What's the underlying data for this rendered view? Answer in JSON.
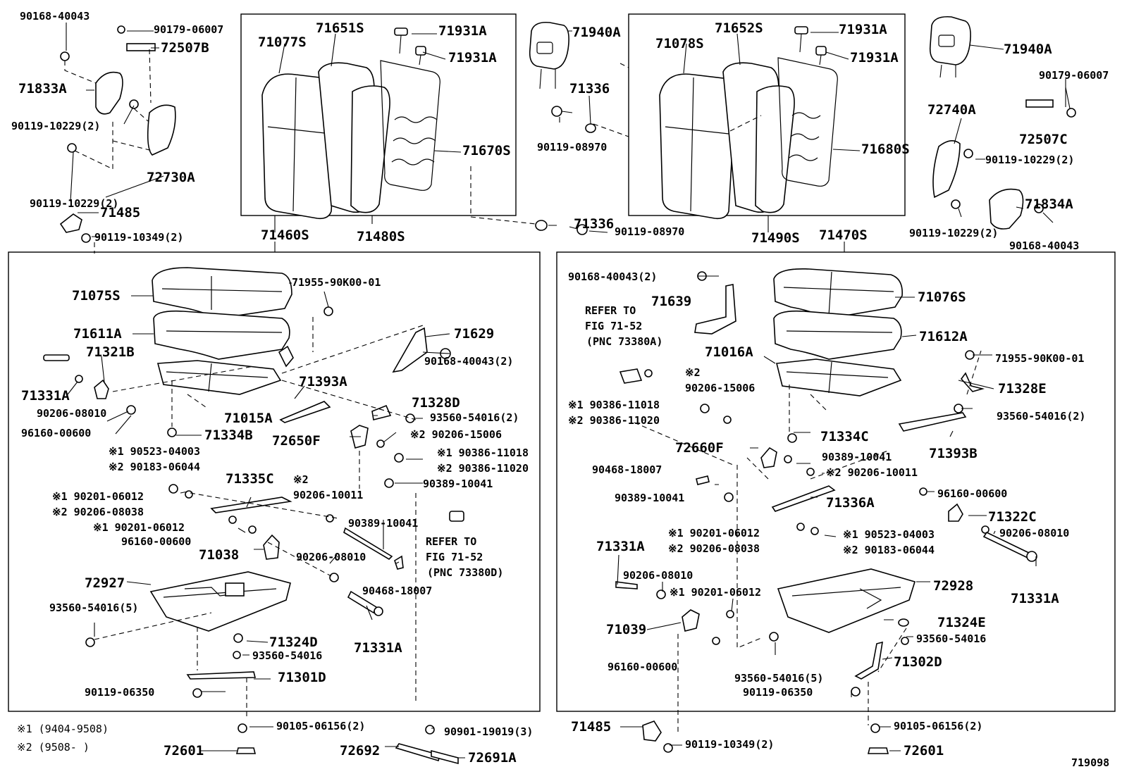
{
  "diagram": {
    "figure_code": "719098",
    "notes": {
      "note1": "※1 (9404-9508)",
      "note2": "※2 (9508-      )"
    },
    "group_labels": {
      "g71460S": "71460S",
      "g71480S": "71480S",
      "g71490S": "71490S",
      "g71470S": "71470S"
    },
    "left_seatback": {
      "p71077S": "71077S",
      "p71651S": "71651S",
      "p71931A_1": "71931A",
      "p71931A_2": "71931A",
      "p71670S": "71670S"
    },
    "center_top": {
      "p71940A_l": "71940A",
      "p71336_a": "71336",
      "p90119_08970_a": "90119-08970",
      "p71336_b": "71336",
      "p90119_08970_b": "90119-08970"
    },
    "right_seatback": {
      "p71078S": "71078S",
      "p71652S": "71652S",
      "p71931A_3": "71931A",
      "p71931A_4": "71931A",
      "p71680S": "71680S"
    },
    "far_left": {
      "p90168_40043": "90168-40043",
      "p90179_06007": "90179-06007",
      "p72507B": "72507B",
      "p71833A": "71833A",
      "p90119_10229_a": "90119-10229(2)",
      "p90119_10229_b": "90119-10229(2)",
      "p72730A": "72730A",
      "p71485": "71485",
      "p90119_10349": "90119-10349(2)"
    },
    "far_right": {
      "p71940A_r": "71940A",
      "p90179_06007": "90179-06007",
      "p72740A": "72740A",
      "p72507C": "72507C",
      "p90119_10229_c": "90119-10229(2)",
      "p71834A": "71834A",
      "p90119_10229_d": "90119-10229(2)",
      "p90168_40043": "90168-40043"
    },
    "left_box": {
      "p71075S": "71075S",
      "p71955": "71955-90K00-01",
      "p71611A": "71611A",
      "p71629": "71629",
      "p71321B": "71321B",
      "p71331A_a": "71331A",
      "p90168_40043_2": "90168-40043(2)",
      "p71393A": "71393A",
      "p90206_08010_a": "90206-08010",
      "p71015A": "71015A",
      "p71328D": "71328D",
      "p96160_00600_a": "96160-00600",
      "p93560_54016_2": "93560-54016(2)",
      "p71334B": "71334B",
      "p72650F": "72650F",
      "p90206_15006": "※2 90206-15006",
      "p90523": "※1 90523-04003",
      "p90386_11018": "※1 90386-11018",
      "p90183": "※2 90183-06044",
      "p90386_11020": "※2 90386-11020",
      "p71335C": "71335C",
      "p90389_10041_a": "90389-10041",
      "p90206_10011_n": "※2",
      "p90201_06012_a": "※1 90201-06012",
      "p90206_10011": "90206-10011",
      "p90206_08038": "※2 90206-08038",
      "p90389_10041_b": "90389-10041",
      "p90201_06012_b": "※1 90201-06012",
      "p96160_00600_b": "96160-00600",
      "p71038": "71038",
      "p90206_08010_b": "90206-08010",
      "p90468_18007": "90468-18007",
      "ref1": "REFER TO",
      "ref2": "FIG 71-52",
      "ref3": "(PNC 73380D)",
      "p72927": "72927",
      "p93560_54016_5": "93560-54016(5)",
      "p71324D": "71324D",
      "p93560_54016": "93560-54016",
      "p71331A_b": "71331A",
      "p71301D": "71301D",
      "p90119_06350": "90119-06350"
    },
    "right_box": {
      "p90168_40043_2": "90168-40043(2)",
      "p71639": "71639",
      "p71076S": "71076S",
      "ref1": "REFER TO",
      "ref2": "FIG 71-52",
      "ref3": "(PNC 73380A)",
      "p71612A": "71612A",
      "p71016A": "71016A",
      "p71955": "71955-90K00-01",
      "p90206_15006_n": "※2",
      "p90206_15006": "90206-15006",
      "p71328E": "71328E",
      "p90386_11018": "※1 90386-11018",
      "p90386_11020": "※2 90386-11020",
      "p93560_54016_2": "93560-54016(2)",
      "p71334C": "71334C",
      "p71393B": "71393B",
      "p72660F": "72660F",
      "p90389_10041_a": "90389-10041",
      "p90468_18007": "90468-18007",
      "p90206_10011": "※2 90206-10011",
      "p90389_10041_b": "90389-10041",
      "p96160_00600_a": "96160-00600",
      "p71336A": "71336A",
      "p71322C": "71322C",
      "p90201_06012_a": "※1 90201-06012",
      "p90523": "※1 90523-04003",
      "p90206_08010_a": "90206-08010",
      "p71331A_a": "71331A",
      "p90206_08038": "※2 90206-08038",
      "p90183": "※2 90183-06044",
      "p71331A_b": "71331A",
      "p90206_08010_b": "90206-08010",
      "p72928": "72928",
      "p90201_06012_b": "※1 90201-06012",
      "p71324E": "71324E",
      "p71039": "71039",
      "p93560_54016": "93560-54016",
      "p96160_00600_b": "96160-00600",
      "p71302D": "71302D",
      "p93560_54016_5": "93560-54016(5)",
      "p90119_06350": "90119-06350"
    },
    "bottom": {
      "p90105_06156_l": "90105-06156(2)",
      "p72601_l": "72601",
      "p90901": "90901-19019(3)",
      "p72692": "72692",
      "p72691A": "72691A",
      "p71485": "71485",
      "p90119_10349": "90119-10349(2)",
      "p90105_06156_r": "90105-06156(2)",
      "p72601_r": "72601"
    }
  }
}
